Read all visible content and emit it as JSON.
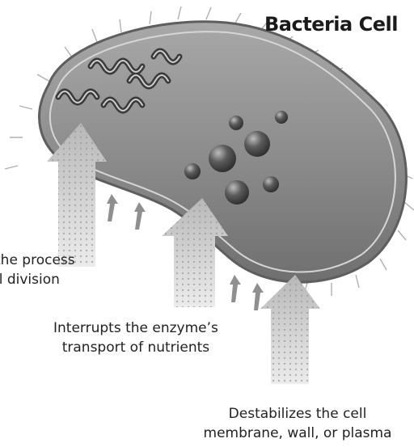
{
  "title": "Bacteria Cell",
  "labels": {
    "division_line1": "the process",
    "division_line2": "ll division",
    "enzyme_line1": "Interrupts the enzyme’s",
    "enzyme_line2": "transport of nutrients",
    "membrane_line1": "Destabilizes the cell",
    "membrane_line2": "membrane, wall, or plasma"
  },
  "colors": {
    "cell_fill": "#8a8a8a",
    "cell_edge": "#5e5e5e",
    "arrow_fill": "#cfcfcf",
    "text": "#222222"
  }
}
